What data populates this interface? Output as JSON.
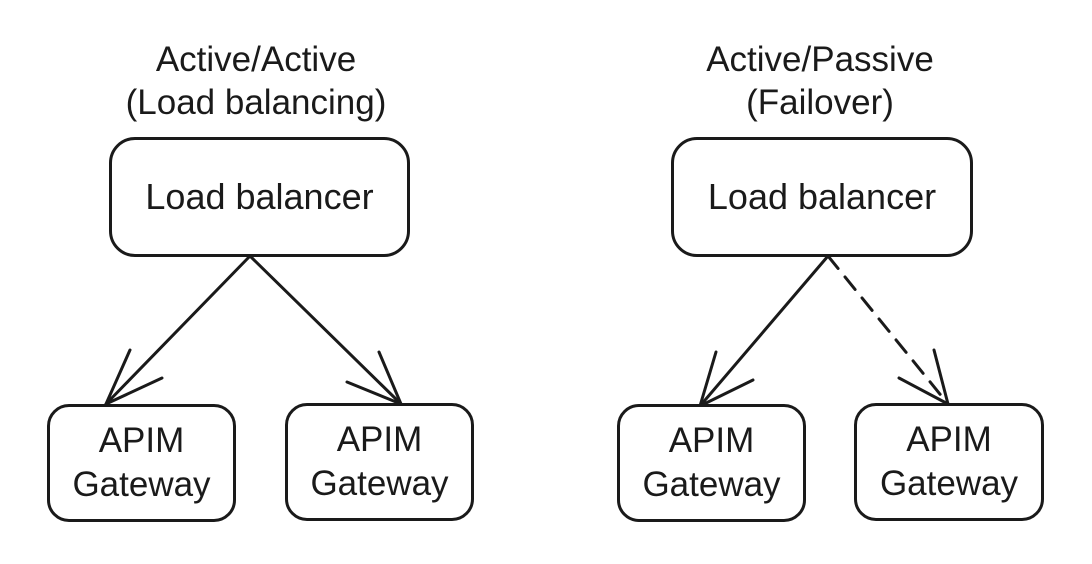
{
  "active_active": {
    "title_line1": "Active/Active",
    "title_line2": "(Load balancing)",
    "load_balancer": "Load balancer",
    "gateway_left": {
      "line1": "APIM",
      "line2": "Gateway"
    },
    "gateway_right": {
      "line1": "APIM",
      "line2": "Gateway"
    }
  },
  "active_passive": {
    "title_line1": "Active/Passive",
    "title_line2": "(Failover)",
    "load_balancer": "Load balancer",
    "gateway_left": {
      "line1": "APIM",
      "line2": "Gateway"
    },
    "gateway_right": {
      "line1": "APIM",
      "line2": "Gateway"
    }
  },
  "colors": {
    "stroke": "#1a1a1a",
    "background": "#ffffff"
  }
}
